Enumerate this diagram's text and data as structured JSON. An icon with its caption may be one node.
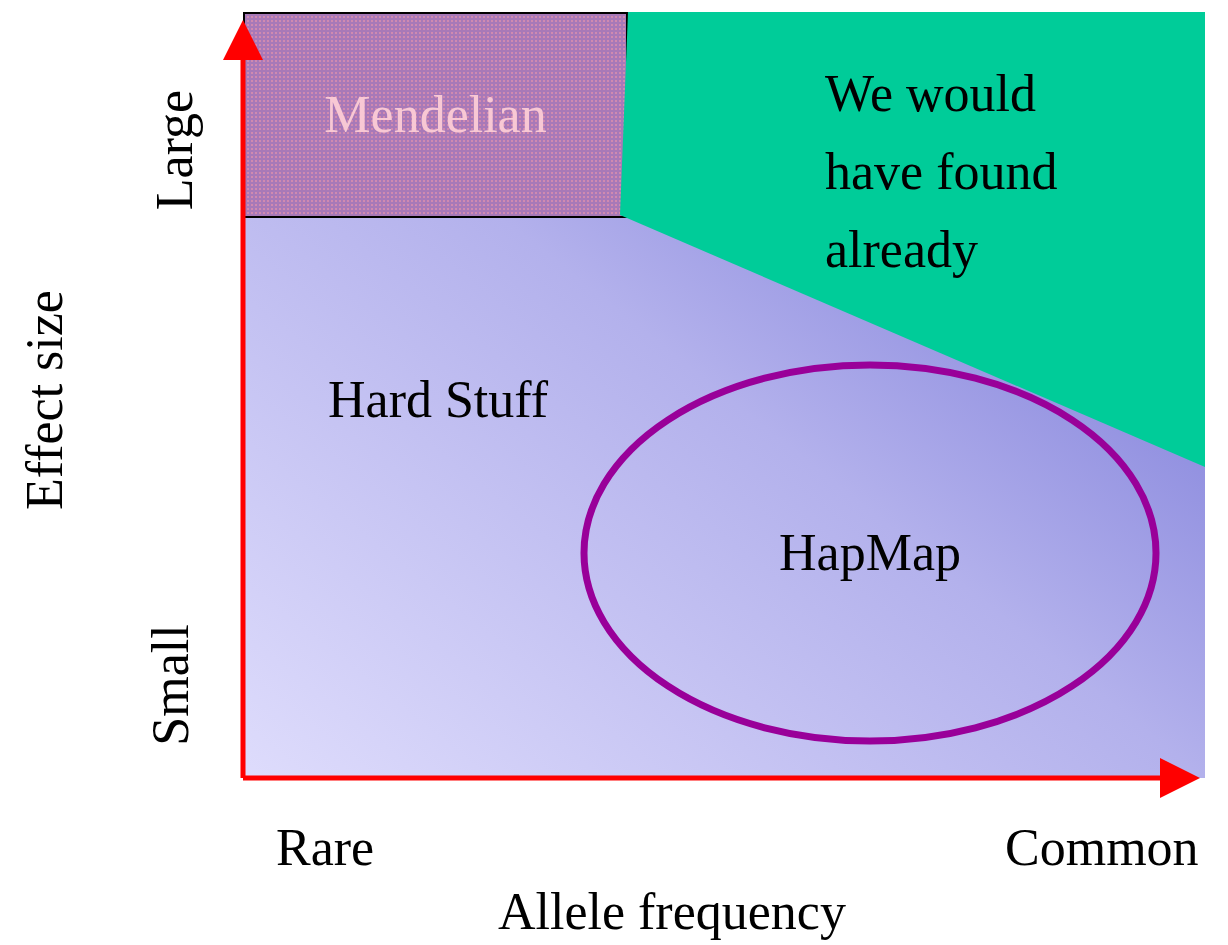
{
  "diagram": {
    "nodes": [
      {
        "text": [
          "Hard Stuff"
        ]
      },
      {
        "text": [
          "Mendelian"
        ],
        "in": 0
      },
      {
        "text": [
          "We would have found already"
        ],
        "in": 0
      },
      {
        "text": [
          "HapMap"
        ],
        "in": 0
      }
    ],
    "labels": [
      "Large",
      "Effect size",
      "Small",
      "Rare",
      "Common",
      "Allele frequency"
    ]
  }
}
